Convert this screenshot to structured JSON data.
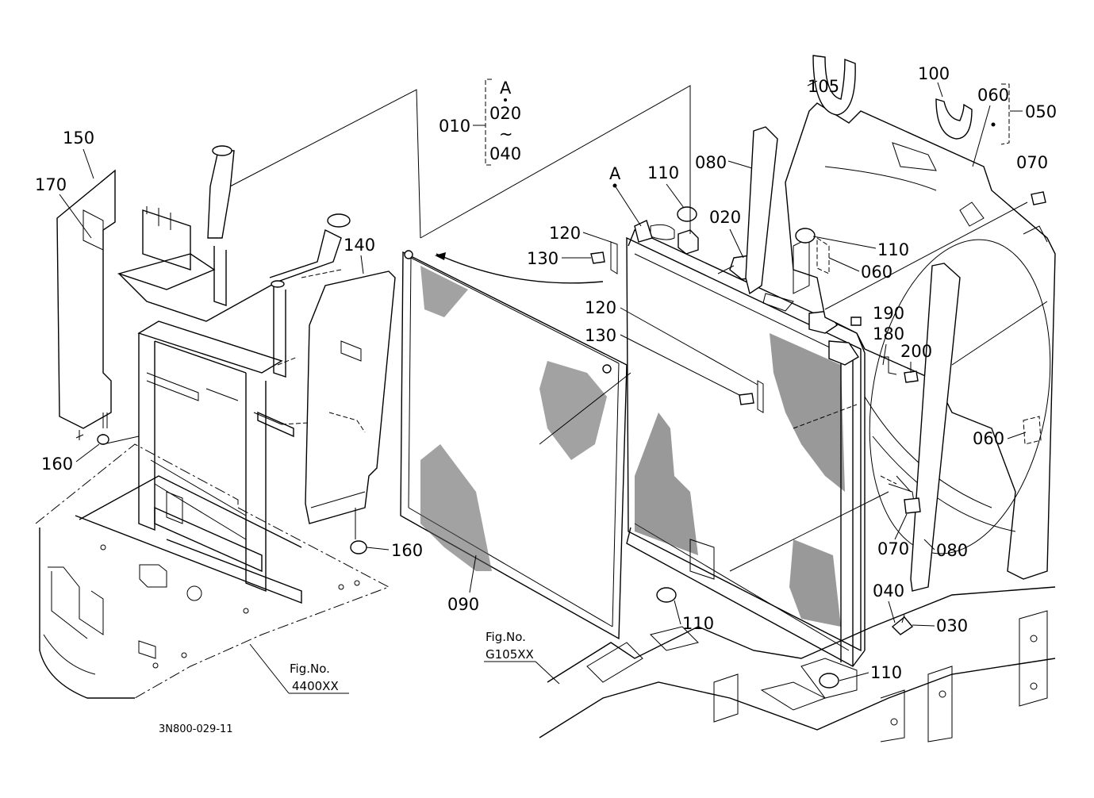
{
  "callouts": {
    "c010": "010",
    "c020a": "020",
    "c040": "040",
    "cA_stack": "A",
    "cA_top": "A",
    "c050": "050",
    "c060a": "060",
    "c060b": "060",
    "c060c": "060",
    "c070a": "070",
    "c070b": "070",
    "c080a": "080",
    "c080b": "080",
    "c090": "090",
    "c100": "100",
    "c105": "105",
    "c110a": "110",
    "c110b": "110",
    "c110c": "110",
    "c110d": "110",
    "c120a": "120",
    "c120b": "120",
    "c130a": "130",
    "c130b": "130",
    "c140": "140",
    "c150": "150",
    "c160a": "160",
    "c160b": "160",
    "c170": "170",
    "c180": "180",
    "c190": "190",
    "c200": "200",
    "c020b": "020",
    "c030": "030",
    "c040b": "040",
    "tilde": "~"
  },
  "references": {
    "fig1_label": "Fig.No.",
    "fig1_number": "4400XX",
    "fig2_label": "Fig.No.",
    "fig2_number": "G105XX"
  },
  "drawing_id": "3N800-029-11"
}
